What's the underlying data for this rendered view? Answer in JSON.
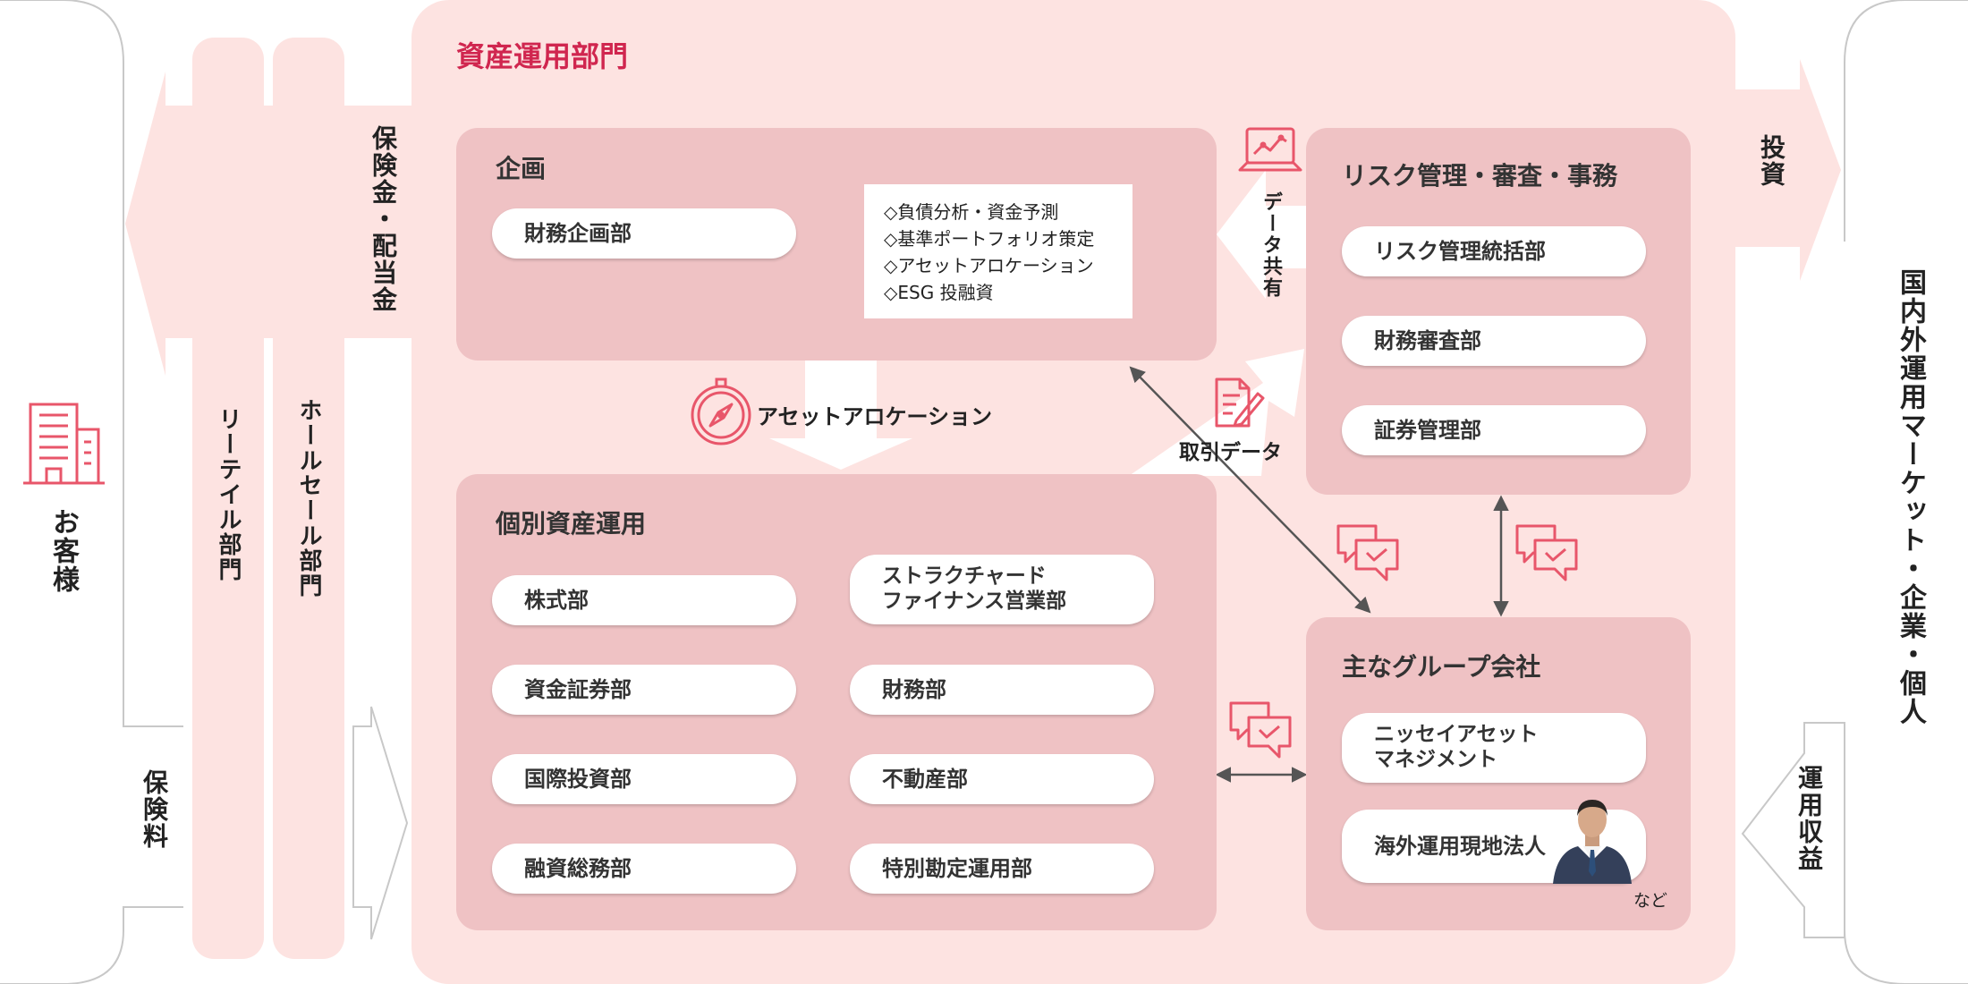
{
  "colors": {
    "accent": "#d0264f",
    "pale": "#fde3e1",
    "panel": "#efc2c4",
    "icon": "#e8566a"
  },
  "main_title": "資産運用部門",
  "customer": "お客様",
  "premium_label": "保険料",
  "retail": "リーテイル部門",
  "wholesale": "ホールセール部門",
  "payout_label": "保険金・配当金",
  "invest_label": "投資",
  "market_label": "国内外運用マーケット・企業・個人",
  "returns_label": "運用収益",
  "planning": {
    "title": "企画",
    "dept": "財務企画部",
    "notes": [
      "◇負債分析・資金予測",
      "◇基準ポートフォリオ策定",
      "◇アセットアロケーション",
      "◇ESG 投融資"
    ]
  },
  "allocation_label": "アセットアロケーション",
  "individual": {
    "title": "個別資産運用",
    "left": [
      "株式部",
      "資金証券部",
      "国際投資部",
      "融資総務部"
    ],
    "right": [
      "ストラクチャード\nファイナンス営業部",
      "財務部",
      "不動産部",
      "特別勘定運用部"
    ]
  },
  "risk": {
    "title": "リスク管理・審査・事務",
    "depts": [
      "リスク管理統括部",
      "財務審査部",
      "証券管理部"
    ]
  },
  "data_share": "データ共有",
  "trade_data": "取引データ",
  "group": {
    "title": "主なグループ会社",
    "company1": "ニッセイアセット\nマネジメント",
    "company2": "海外運用現地法人",
    "etc": "など"
  }
}
